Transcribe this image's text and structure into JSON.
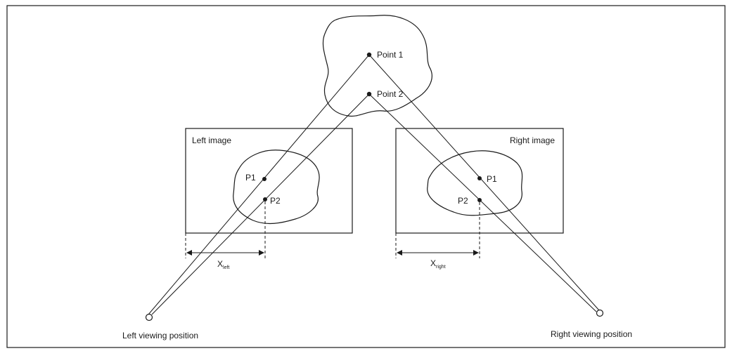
{
  "labels": {
    "point1": "Point 1",
    "point2": "Point 2",
    "left_image": "Left image",
    "right_image": "Right image",
    "left_p1": "P1",
    "left_p2": "P2",
    "right_p1": "P1",
    "right_p2": "P2",
    "x_left_main": "X",
    "x_left_sub": "left",
    "x_right_main": "X",
    "x_right_sub": "right",
    "left_viewing_position": "Left viewing position",
    "right_viewing_position": "Right viewing position"
  },
  "colors": {
    "ink": "#1a1a1a",
    "background": "#ffffff"
  }
}
